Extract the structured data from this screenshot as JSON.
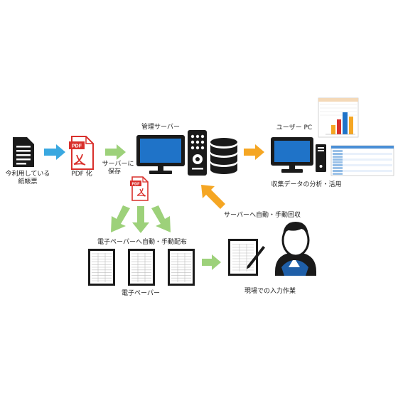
{
  "nodes": {
    "paper_form": {
      "line1": "今利用している",
      "line2": "紙帳票"
    },
    "pdf_convert": {
      "label": "PDF 化",
      "badge": "PDF"
    },
    "save_to_server": {
      "line1": "サーバーに",
      "line2": "保存"
    },
    "management_server": {
      "label": "管理サーバー"
    },
    "user_pc": {
      "label": "ユーザー PC"
    },
    "analysis": {
      "label": "収集データの分析・活用"
    },
    "auto_collect": {
      "label": "サーバーへ自動・手動回収"
    },
    "distribute": {
      "label": "電子ペーパーへ自動・手動配布"
    },
    "epaper": {
      "label": "電子ペーパー"
    },
    "field_entry": {
      "label": "現場での入力作業"
    }
  },
  "colors": {
    "arrow_blue": "#3aa8e0",
    "arrow_green": "#9dd17a",
    "arrow_orange": "#f5a623",
    "pdf_red": "#d9302c",
    "monitor_blue": "#1f73c8",
    "icon_dark": "#1a1a1a",
    "worker_blue": "#1f5fa8"
  },
  "icons": [
    "document-icon",
    "pdf-icon",
    "monitor-icon",
    "remote-icon",
    "database-icon",
    "tower-pc-icon",
    "clipboard-icon",
    "worker-icon",
    "chart-thumbnail",
    "spreadsheet-thumbnail"
  ]
}
